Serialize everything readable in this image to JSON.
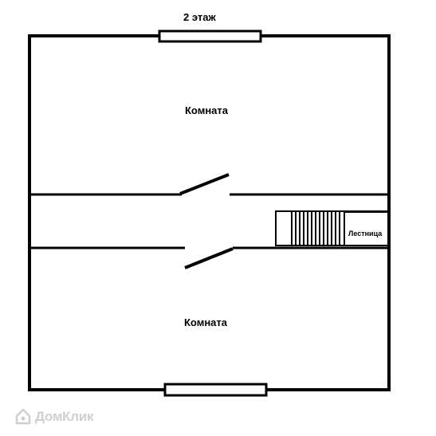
{
  "floor_title": "2 этаж",
  "rooms": [
    {
      "label": "Комната"
    },
    {
      "label": "Комната"
    }
  ],
  "stairs": {
    "label": "Лестница"
  },
  "watermark": {
    "text": "ДомКлик"
  },
  "colors": {
    "lines": "#000000",
    "background": "#ffffff",
    "watermark": "#cfcfcf"
  }
}
